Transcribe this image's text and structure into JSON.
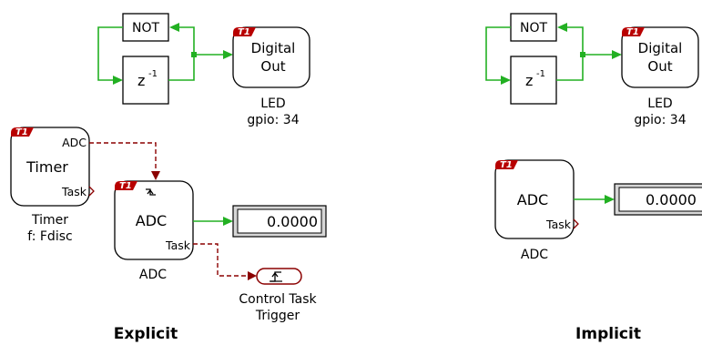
{
  "tag": "T1",
  "not_label": "NOT",
  "delay_label": "z",
  "delay_exp": "-1",
  "digital_out": {
    "line1": "Digital",
    "line2": "Out"
  },
  "led": {
    "name": "LED",
    "param": "gpio: 34"
  },
  "explicit": {
    "title": "Explicit",
    "timer": {
      "label": "Timer",
      "port_adc": "ADC",
      "port_task": "Task",
      "caption": "Timer",
      "param": "f: Fdisc"
    },
    "adc": {
      "label": "ADC",
      "port_task": "Task",
      "caption": "ADC"
    },
    "display_value": "0.0000",
    "trigger": {
      "line1": "Control Task",
      "line2": "Trigger"
    }
  },
  "implicit": {
    "title": "Implicit",
    "adc": {
      "label": "ADC",
      "port_task": "Task",
      "caption": "ADC"
    },
    "display_value": "0.0000"
  }
}
